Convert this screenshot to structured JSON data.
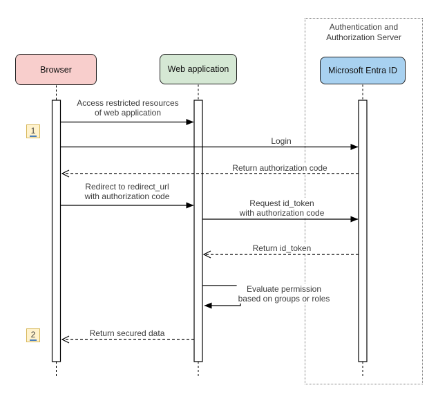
{
  "diagram_type": "uml-sequence",
  "container": {
    "title": "Authentication and\nAuthorization Server"
  },
  "actors": [
    {
      "name": "browser",
      "label": "Browser",
      "fill": "#f8cecc"
    },
    {
      "name": "web-application",
      "label": "Web application",
      "fill": "#d5e8d4"
    },
    {
      "name": "microsoft-entra-id",
      "label": "Microsoft Entra ID",
      "fill": "#a8d1f0"
    }
  ],
  "messages": [
    {
      "label": "Access restricted resources\nof web application",
      "from": "Browser",
      "to": "Web application",
      "style": "solid"
    },
    {
      "label": "Login",
      "from": "Browser",
      "to": "Microsoft Entra ID",
      "style": "solid"
    },
    {
      "label": "Return authorization code",
      "from": "Microsoft Entra ID",
      "to": "Browser",
      "style": "dashed"
    },
    {
      "label": "Redirect to redirect_url\nwith authorization code",
      "from": "Browser",
      "to": "Web application",
      "style": "solid"
    },
    {
      "label": "Request id_token\nwith authorization code",
      "from": "Web application",
      "to": "Microsoft Entra ID",
      "style": "solid"
    },
    {
      "label": "Return id_token",
      "from": "Microsoft Entra ID",
      "to": "Web application",
      "style": "dashed"
    },
    {
      "label": "Evaluate permission\nbased on groups or roles",
      "from": "Web application",
      "to": "Web application",
      "style": "self-loop"
    },
    {
      "label": "Return secured data",
      "from": "Web application",
      "to": "Browser",
      "style": "dashed"
    }
  ],
  "badges": [
    {
      "label": "1",
      "fill": "#fff2cc",
      "border": "#d6b656",
      "underline_color": "#4a7ebb"
    },
    {
      "label": "2",
      "fill": "#fff2cc",
      "border": "#d6b656",
      "underline_color": "#4a7ebb"
    }
  ],
  "colors": {
    "line": "#000000",
    "frame_border": "#7a7a7a",
    "label_text": "#3b3b3b",
    "background": "#ffffff"
  }
}
